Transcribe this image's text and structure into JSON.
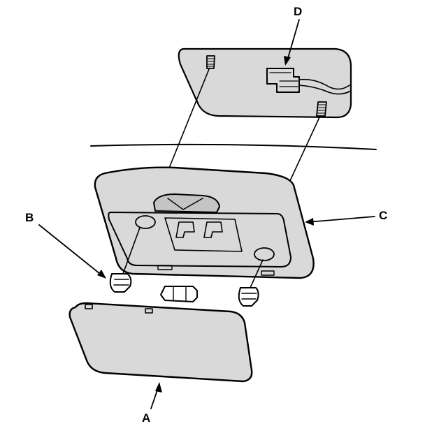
{
  "callouts": {
    "a": "A",
    "b": "B",
    "c": "C",
    "d": "D"
  },
  "colors": {
    "ink": "#000000",
    "part_fill": "#d9d9d9",
    "part_shadow": "#c4c4c4",
    "background": "#ffffff"
  }
}
